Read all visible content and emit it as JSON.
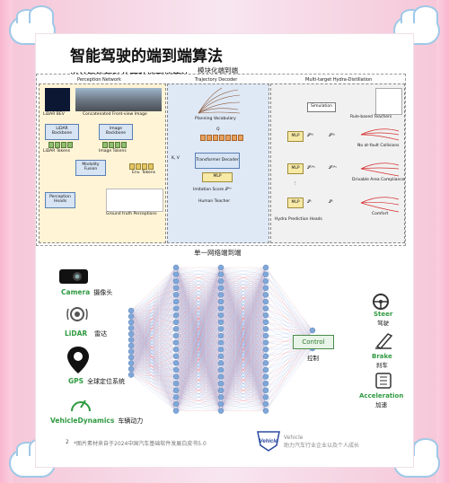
{
  "header": {
    "title": "智能驾驶的端到端算法",
    "subtitle": "当前智能驾驶的两种端到端算法"
  },
  "sections": {
    "modular_label": "模块化端到端",
    "single_label": "单一网络端到端"
  },
  "figure_top": {
    "perception_network": "Perception Network",
    "trajectory_decoder": "Trajectory Decoder",
    "hydra_distillation": "Multi-target Hydra-Distillation",
    "lidar_bev": "LiDAR BEV",
    "front_view": "Concatenated Front-view Image",
    "lidar_backbone": "LiDAR Backbone",
    "image_backbone": "Image Backbone",
    "lidar_tokens": "LiDAR Tokens",
    "image_tokens": "Image Tokens",
    "modality_fusion": "Modality Fusion",
    "env_tokens": "Env. Tokens",
    "perception_heads": "Perception Heads",
    "ground_truth": "Ground truth Perceptions",
    "planning_vocab": "Planning Vocabulary",
    "q": "Q",
    "kv": "K, V",
    "transformer_decoder": "Transformer Decoder",
    "mlp": "MLP",
    "imitation_score": "Imitation Score 𝒮ⁱᵐ",
    "human_teacher": "Human Teacher",
    "simulation": "Simulation",
    "rule_teachers": "Rule-based Teachers",
    "hydra_heads": "Hydra Prediction Heads",
    "no_collision": "No at-fault Collisions",
    "drivable_area": "Drivable Area Compliance",
    "comfort": "Comfort",
    "s_nc": "𝒮ᴺᶜ",
    "s_dac": "𝒮ᴰᴬᶜ",
    "s_c": "𝒮ᶜ",
    "dots": "⋮"
  },
  "inputs": [
    {
      "icon": "camera-icon",
      "en": "Camera",
      "cn": "摄像头"
    },
    {
      "icon": "lidar-icon",
      "en": "LiDAR",
      "cn": "雷达"
    },
    {
      "icon": "gps-icon",
      "en": "GPS",
      "cn": "全球定位系统"
    },
    {
      "icon": "speedometer-icon",
      "en": "VehicleDynamics",
      "cn": "车辆动力"
    }
  ],
  "control": {
    "en": "Control",
    "cn": "控制"
  },
  "outputs": [
    {
      "icon": "steering-wheel-icon",
      "en": "Steer",
      "cn": "驾驶"
    },
    {
      "icon": "brake-pedal-icon",
      "en": "Brake",
      "cn": "刹车"
    },
    {
      "icon": "accelerator-pedal-icon",
      "en": "Acceleration",
      "cn": "加速"
    }
  ],
  "footer": {
    "page_number": "2",
    "note": "*图片素材来自于2024中国汽车基础软件发展白皮书5.0",
    "brand_logo": "Vehicle",
    "brand_name": "Vehicle",
    "brand_slogan": "助力汽车行业企业以及个人成长"
  },
  "colors": {
    "accent_green": "#2f9a41",
    "neuron": "#7fa7d8",
    "edge_red": "#e58a96",
    "edge_blue": "#9fb9e6"
  }
}
